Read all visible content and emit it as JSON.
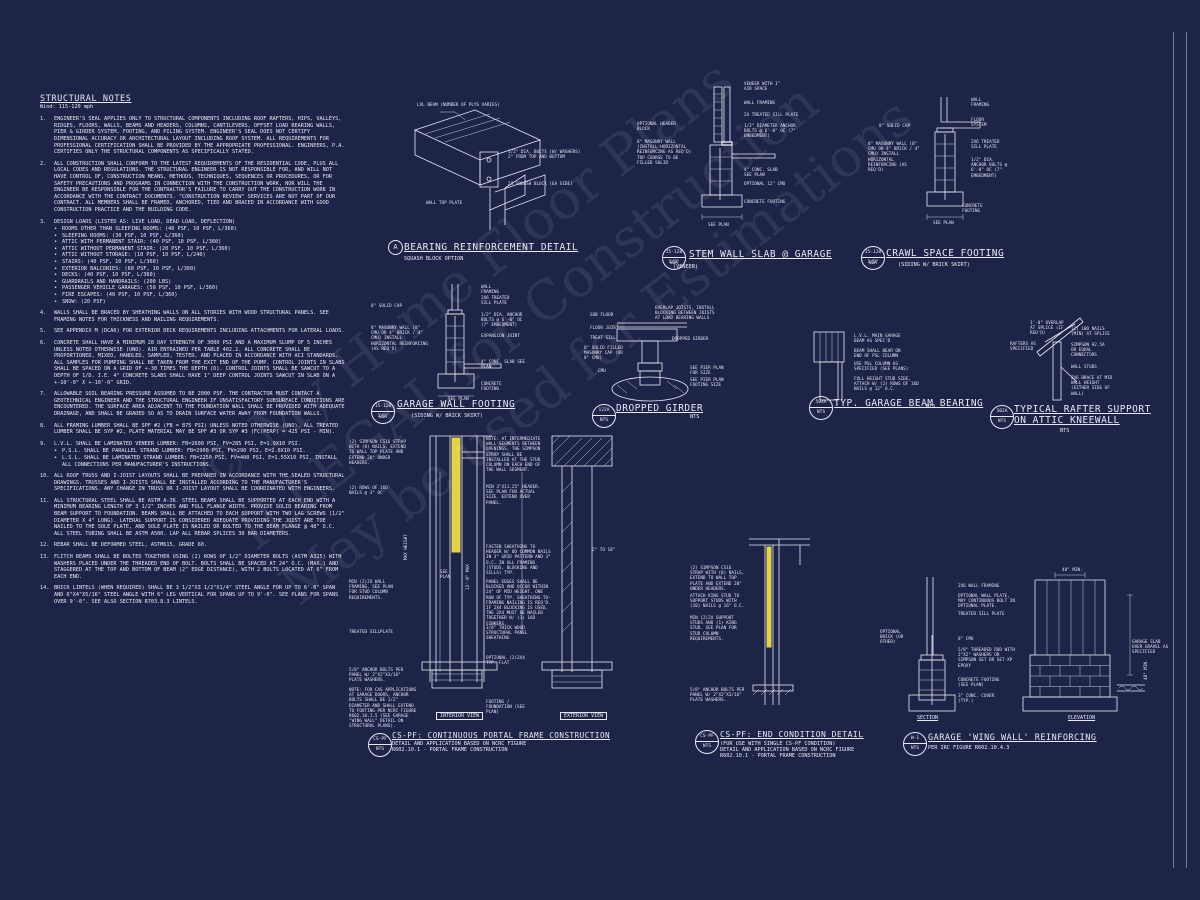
{
  "notes": {
    "title": "STRUCTURAL NOTES",
    "subtitle": "Wind: 115-120 mph",
    "items": [
      {
        "num": "1.",
        "text": "ENGINEER'S SEAL APPLIES ONLY TO STRUCTURAL COMPONENTS INCLUDING ROOF RAFTERS, HIPS, VALLEYS, RIDGES, FLOORS, WALLS, BEAMS AND HEADERS, COLUMNS, CANTILEVERS, OFFSET LOAD BEARING WALLS, PIER & GIRDER SYSTEM, FOOTING, AND PILING SYSTEM. ENGINEER'S SEAL DOES NOT CERTIFY DIMENSIONAL ACCURACY OR ARCHITECTURAL LAYOUT INCLUDING ROOF SYSTEM. ALL REQUIREMENTS FOR PROFESSIONAL CERTIFICATION SHALL BE PROVIDED BY THE APPROPRIATE PROFESSIONAL. ENGINEERS, P.A. CERTIFIES ONLY THE STRUCTURAL COMPONENTS AS SPECIFICALLY STATED."
      },
      {
        "num": "2.",
        "text": "ALL CONSTRUCTION SHALL CONFORM TO THE LATEST REQUIREMENTS OF THE RESIDENTIAL CODE, PLUS ALL LOCAL CODES AND REGULATIONS. THE STRUCTURAL ENGINEER IS NOT RESPONSIBLE FOR, AND WILL NOT HAVE CONTROL OF, CONSTRUCTION MEANS, METHODS, TECHNIQUES, SEQUENCES OR PROCEDURES, OR FOR SAFETY PRECAUTIONS AND PROGRAMS IN CONNECTION WITH THE CONSTRUCTION WORK, NOR WILL THE ENGINEER BE RESPONSIBLE FOR THE CONTRACTOR'S FAILURE TO CARRY OUT THE CONSTRUCTION WORK IN ACCORDANCE WITH THE CONTRACT DOCUMENTS. \"CONSTRUCTION REVIEW\" SERVICES ARE NOT PART OF OUR CONTRACT. ALL MEMBERS SHALL BE FRAMED, ANCHORED, TIED AND BRACED IN ACCORDANCE WITH GOOD CONSTRUCTION PRACTICE AND THE BUILDING CODE."
      },
      {
        "num": "3.",
        "text": "DESIGN LOADS (LISTED AS: LIVE LOAD, DEAD LOAD, DEFLECTION)",
        "list": [
          "ROOMS OTHER THAN SLEEPING ROOMS: (40 PSF, 10 PSF, L/360)",
          "SLEEPING ROOMS: (30 PSF, 10 PSF, L/360)",
          "ATTIC WITH PERMANENT STAIR: (40 PSF, 10 PSF, L/360)",
          "ATTIC WITHOUT PERMANENT STAIR: (20 PSF, 10 PSF, L/360)",
          "ATTIC WITHOUT STORAGE: (10 PSF, 10 PSF, L/240)",
          "STAIRS: (40 PSF, 10 PSF, L/360)",
          "EXTERIOR BALCONIES: (60 PSF, 10 PSF, L/360)",
          "DECKS: (40 PSF, 10 PSF, L/360)",
          "GUARDRAILS AND HANDRAILS: (200 LBS)",
          "PASSENGER VEHICLE GARAGES: (50 PSF, 10 PSF, L/360)",
          "FIRE ESCAPES: (40 PSF, 10 PSF, L/360)",
          "SNOW: (20 PSF)"
        ]
      },
      {
        "num": "4.",
        "text": "WALLS SHALL BE BRACED BY SHEATHING WALLS ON ALL STORIES WITH WOOD STRUCTURAL PANELS. SEE FRAMING NOTES FOR THICKNESS AND NAILING REQUIREMENTS."
      },
      {
        "num": "5.",
        "text": "SEE APPENDIX M (DCA6) FOR EXTERIOR DECK REQUIREMENTS INCLUDING ATTACHMENTS FOR LATERAL LOADS."
      },
      {
        "num": "6.",
        "text": "CONCRETE SHALL HAVE A MINIMUM 28 DAY STRENGTH OF 3000 PSI AND A MAXIMUM SLUMP OF 5 INCHES UNLESS NOTED OTHERWISE (UNO). AIR ENTRAINED PER TABLE 402.2. ALL CONCRETE SHALL BE PROPORTIONED, MIXED, HANDLED, SAMPLED, TESTED, AND PLACED IN ACCORDANCE WITH ACI STANDARDS. ALL SAMPLES FOR PUMPING SHALL BE TAKEN FROM THE EXIT END OF THE PUMP. CONTROL JOINTS IN SLABS SHALL BE SPACED ON A GRID OF +-30 TIMES THE DEPTH (D). CONTROL JOINTS SHALL BE SAWCUT TO A DEPTH OF 1/D. I.E. 4\" CONCRETE SLABS SHALL HAVE 1\" DEEP CONTROL JOINTS SAWCUT IN SLAB ON A +-10'-0\" X +-10'-0\" GRID."
      },
      {
        "num": "7.",
        "text": "ALLOWABLE SOIL BEARING PRESSURE ASSUMED TO BE 2000 PSF. THE CONTRACTOR MUST CONTACT A GEOTECHNICAL ENGINEER AND THE STRUCTURAL ENGINEER IF UNSATISFACTORY SUBSURFACE CONDITIONS ARE ENCOUNTERED. THE SURFACE AREA ADJACENT TO THE FOUNDATION WALL SHALL BE PROVIDED WITH ADEQUATE DRAINAGE, AND SHALL BE GRADED SO AS TO DRAIN SURFACE WATER AWAY FROM FOUNDATION WALLS."
      },
      {
        "num": "8.",
        "text": "ALL FRAMING LUMBER SHALL BE SPF #2 (Fb = 875 PSI) UNLESS NOTED OTHERWISE (UNO). ALL TREATED LUMBER SHALL BE SYP #2, PLATE MATERIAL MAY BE SPF #3 OR SYP #3 (Fc(perp) = 425 PSI - MIN)."
      },
      {
        "num": "9.",
        "text": "L.V.L. SHALL BE LAMINATED VENEER LUMBER: Fb=2600 PSI, Fv=285 PSI, E=1.9x10 PSI.",
        "list": [
          "P.S.L. SHALL BE PARALLEL STRAND LUMBER: Fb=2900 PSI, Fv=290 PSI, E=2.0x10 PSI.",
          "L.S.L. SHALL BE LAMINATED STRAND LUMBER: Fb=2250 PSI, Fv=400 PSI, E=1.55x10 PSI. INSTALL ALL CONNECTIONS PER MANUFACTURER'S INSTRUCTIONS."
        ]
      },
      {
        "num": "10.",
        "text": "ALL ROOF TRUSS AND I-JOIST LAYOUTS SHALL BE PREPARED IN ACCORDANCE WITH THE SEALED STRUCTURAL DRAWINGS. TRUSSES AND I-JOISTS SHALL BE INSTALLED ACCORDING TO THE MANUFACTURER'S SPECIFICATIONS. ANY CHANGE IN TRUSS OR I-JOIST LAYOUT SHALL BE COORDINATED WITH ENGINEERS."
      },
      {
        "num": "11.",
        "text": "ALL STRUCTURAL STEEL SHALL BE ASTM A-36. STEEL BEAMS SHALL BE SUPPORTED AT EACH END WITH A MINIMUM BEARING LENGTH OF 3 1/2\" INCHES AND FULL FLANGE WIDTH. PROVIDE SOLID BEARING FROM BEAM SUPPORT TO FOUNDATION. BEAMS SHALL BE ATTACHED TO EACH SUPPORT WITH TWO LAG SCREWS (1/2\" DIAMETER x 4\" LONG). LATERAL SUPPORT IS CONSIDERED ADEQUATE PROVIDING THE JOIST ARE TOE NAILED TO THE SOLE PLATE, AND SOLE PLATE IS NAILED OR BOLTED TO THE BEAM FLANGE @ 48\" O.C. ALL STEEL TUBING SHALL BE ASTM A500. LAP ALL REBAR SPLICES 30 BAR DIAMETERS."
      },
      {
        "num": "12.",
        "text": "REBAR SHALL BE DEFORMED STEEL, ASTM615, GRADE 60."
      },
      {
        "num": "13.",
        "text": "FLITCH BEAMS SHALL BE BOLTED TOGETHER USING (2) ROWS OF 1/2\" DIAMETER BOLTS (ASTM A325) WITH WASHERS PLACED UNDER THE THREADED END OF BOLT. BOLTS SHALL BE SPACED AT 24\" O.C. (MAX.) AND STAGGERED AT THE TOP AND BOTTOM OF BEAM (2\" EDGE DISTANCE), WITH 2 BOLTS LOCATED AT 6\" FROM EACH END."
      },
      {
        "num": "14.",
        "text": "BRICK LINTELS (WHEN REQUIRED) SHALL BE 3 1/2\"x3 1/2\"x1/4\" STEEL ANGLE FOR UP TO 6'-0\" SPAN AND 6\"x4\"x5/16\" STEEL ANGLE WITH 6\" LEG VERTICAL FOR SPANS UP TO 9'-0\". SEE PLANS FOR SPANS OVER 9'-0\". SEE ALSO SECTION R703.8.3 LINTELS."
      }
    ]
  },
  "details": {
    "bearing": {
      "letter": "A",
      "title": "BEARING REINFORCEMENT DETAIL",
      "sub": "SQUASH BLOCK OPTION",
      "labels": [
        "LVL BEAM (NUMBER OF PLYS VARIES)",
        "1/2\" DIA. BOLTS (W/ WASHERS) 2\" FROM TOP AND BOTTOM",
        "2x SQUASH BLOCK (EA SIDE)",
        "WALL TOP PLATE"
      ]
    },
    "stem": {
      "title": "STEM WALL SLAB @ GARAGE",
      "sub": "(VENEER)",
      "bubble_top": "15-120 SDA",
      "bubble_bot": "1/2\"",
      "labels": [
        "VENEER WITH 1\" AIR SPACE",
        "WALL FRAMING",
        "2x TREATED SILL PLATE",
        "OPTIONAL HEADER BLOCK",
        "1/2\" DIAMETER ANCHOR BOLTS @ 6'-0\" OC (7\" EMBEDMENT)",
        "8\" MASONRY WALL (INSTALL HORIZONTAL REINFORCING AS REQ'D) TOP COURSE TO BE FILLED SOLID",
        "4\" CONC. SLAB SEE PLAN",
        "OPTIONAL 12\" CMU",
        "CONCRETE FOOTING",
        "SEE PLAN"
      ]
    },
    "crawl": {
      "title": "CRAWL SPACE FOOTING",
      "sub": "(SIDING W/ BRICK SKIRT)",
      "bubble_top": "15-120 SDA",
      "bubble_bot": "1/2\"",
      "labels": [
        "WALL FRAMING",
        "FLOOR SYSTEM",
        "8\" SOLID CAP",
        "2x6 TREATED SILL PLATE",
        "8\" MASONRY WALL (8\" CMU OR 4\" BRICK / 4\" CMU) INSTALL HORIZONTAL REINFORCING (AS REQ'D)",
        "1/2\" DIA. ANCHOR BOLTS @ 6'-0\" OC (7\" EMBEDMENT)",
        "CONCRETE FOOTING",
        "SEE PLAN"
      ]
    },
    "garage_wall": {
      "title": "GARAGE WALL FOOTING",
      "sub": "(SIDING W/ BRICK SKIRT)",
      "bubble_top": "15-120 SDA",
      "bubble_bot": "1/2\"",
      "labels": [
        "WALL FRAMING",
        "2x6 TREATED SILL PLATE",
        "8\" SOLID CAP",
        "1/2\" DIA. ANCHOR BOLTS @ 6'-0\" OC (7\" EMBEDMENT)",
        "8\" MASONRY WALL (8\" CMU OR 4\" BRICK / 4\" CMU) INSTALL HORIZONTAL REINFORCING (AS REQ'D)",
        "EXPANSION JOINT",
        "4\" CONC. SLAB SEE PLAN",
        "CONCRETE FOOTING",
        "SEE PLAN"
      ]
    },
    "girder": {
      "title": "DROPPED GIRDER",
      "sub": "NTS",
      "bubble_top": "122A",
      "bubble_bot": "NTS",
      "labels": [
        "SUB FLOOR",
        "OVERLAP JOISTS, INSTALL BLOCKING BETWEEN JOISTS AT LOAD BEARING WALLS",
        "FLOOR JOIST",
        "TREAT SILL",
        "DROPPED GIRDER",
        "8\" SOLID FILLED MASONRY CAP (OR 8\" CMU)",
        "CMU",
        "SEE PIER PLAN FOR SIZE",
        "SEE PIER PLAN FOOTING SIZE"
      ]
    },
    "beam_bearing": {
      "title": "TYP. GARAGE BEAM BEARING",
      "sub": "NTS",
      "bubble_top": "504A",
      "bubble_bot": "NTS",
      "labels": [
        "L.V.L. MAIN GARAGE BEAM AS SPEC'D",
        "BEAM SHALL BEAR ON END OF PSL COLUMN",
        "USE PSL COLUMN AS SPECIFIED (SEE PLANS)",
        "FULL HEIGHT STUD SIDE, ATTACH W/ (2) ROWS OF 16D NAILS @ 12\" O.C."
      ]
    },
    "rafter": {
      "title1": "TYPICAL RAFTER SUPPORT",
      "title2": "ON ATTIC KNEEWALL",
      "sub": "NTS",
      "bubble_top": "502A",
      "bubble_bot": "NTS",
      "labels": [
        "1'-0\" OVERLAP AT SPLICE (IF REQ'D)",
        "(2) 10d NAILS (MIN) AT SPLICE",
        "RAFTERS AS SPECIFIED",
        "SIMPSON H2.5A OR EQUAL CONNECTORS",
        "WALL STUDS",
        "2x6 BRACE AT MID WALL HEIGHT (EITHER SIDE OF WALL)"
      ]
    },
    "portal": {
      "title": "CS-PF: CONTINUOUS PORTAL FRAME CONSTRUCTION",
      "sub1": "DETAIL AND APPLICATION BASED ON NCRC FIGURE",
      "sub2": "R602.10.1 - PORTAL FRAME CONSTRUCTION",
      "bubble_top": "CS-PF",
      "bubble_bot": "NTS",
      "interior": "INTERIOR VIEW",
      "exterior": "EXTERIOR VIEW",
      "labels": [
        "(2) SIMPSON CS16 STRAP WITH (8) NAILS, EXTEND TO WALL TOP PLATE AND EXTEND 20\" UNDER HEADERS.",
        "(2) ROWS OF 16d NAILS @ 3\" OC",
        "NOTE: AT INTERMEDIATE WALL SEGMENTS BETWEEN OPENINGS, THE SIMPSON STRAP SHALL BE INSTALLED AT THE STUD COLUMN ON EACH END OF THE WALL SEGMENT.",
        "MIN 3\"x11.25\" HEADER. SEE PLAN FOR ACTUAL SIZE. EXTEND OVER PANEL.",
        "FASTEN SHEATHING TO HEADER W/ 8d COMMON NAILS IN 3\" GRID PATTERN AND 3\" O.C. IN ALL FRAMING (STUDS, BLOCKING AND SILLS) TYP.",
        "PANEL EDGES SHALL BE BLOCKED AND OCCUR WITHIN 24\" OF MID HEIGHT. ONE ROW OF TYP. SHEATHING-TO-FRAMING NAILING IS REQ'D. IF 2x4 BLOCKING IS USED, THE 2x4 MUST BE NAILED TOGETHER W/ (3) 16d SINKERS.",
        "MIN (2)2x WALL FRAMING. SEE PLAN FOR STUD COLUMN REQUIREMENTS.",
        "SEE PLAN",
        "TREATED SILLPLATE",
        "3/8\" THICK WOOD STRUCTURAL PANEL SHEATHING",
        "5/8\" ANCHOR BOLTS PER PANEL W/ 2\"x2\"x3/16\" PLATE WASHERS.",
        "NOTE: FOR CAS APPLICATIONS AT GARAGE DOORS, ANCHOR BOLTS SHALL BE 1/2\" DIAMETER AND SHALL EXTEND TO FOOTING PER NCRC FIGURE R602.10.1.5 (SEE GARAGE \"WING WALL\" DETAIL ON STRUCTURAL PLANS).",
        "FOOTING / FOUNDATION (SEE PLAN)",
        "OPTIONAL (2)2x4 TYP. FLAT",
        "2\" TO 18\"",
        "12'-0\" MAX",
        "MAX HEIGHT"
      ]
    },
    "end_cond": {
      "title": "CS-PF: END CONDITION DETAIL",
      "sub0": "(FOR USE WITH SINGLE CS-PF CONDITION)",
      "sub1": "DETAIL AND APPLICATION BASED ON NCRC FIGURE",
      "sub2": "R602.10.1 - PORTAL FRAME CONSTRUCTION",
      "bubble_top": "CS-PF",
      "bubble_bot": "NTS",
      "labels": [
        "(2) SIMPSON CS16 STRAP WITH (8) NAILS, EXTEND TO WALL TOP PLATE AND EXTEND 20\" UNDER HEADERS.",
        "ATTACH KING STUD TO SUPPORT STUDS WITH (10) NAILS @ 16\" O.C.",
        "MIN (2)2X SUPPORT STUDS AND (1) KING STUD. SEE PLAN FOR STUD COLUMN REQUIREMENTS.",
        "5/8\" ANCHOR BOLTS PER PANEL W/ 2\"x2\"x3/16\" PLATE WASHERS."
      ]
    },
    "wing_wall": {
      "title": "GARAGE 'WING WALL' REINFORCING",
      "sub": "PER IRC FIGURE R602.10.4.3",
      "bubble_top": "W-1",
      "bubble_bot": "NTS",
      "section": "SECTION",
      "elevation": "ELEVATION",
      "dim": "48\" MIN.",
      "labels": [
        "2x6 WALL FRAMING",
        "OPTIONAL WALL PLATE, MAY CONTINUOUS BOLT IN OPTIONAL PLATE.",
        "TREATED SILL PLATE",
        "OPTIONAL BRICK (OR OTHER)",
        "8\" CMU",
        "5/8\" THREADED ROD WITH 2\"x2\" WASHERS OR SIMPSON SET OR SET-XP EPOXY",
        "CONCRETE FOOTING (SEE PLAN)",
        "3\" CONC. COVER (TYP.)",
        "GARAGE SLAB OVER GRAVEL AS SPECIFIED",
        "48\" MIN."
      ]
    }
  },
  "watermark": {
    "line1": "© My Home Floor Plans",
    "line2": "ILLEGAL for Construction",
    "line3": "May be used for Estimations"
  }
}
